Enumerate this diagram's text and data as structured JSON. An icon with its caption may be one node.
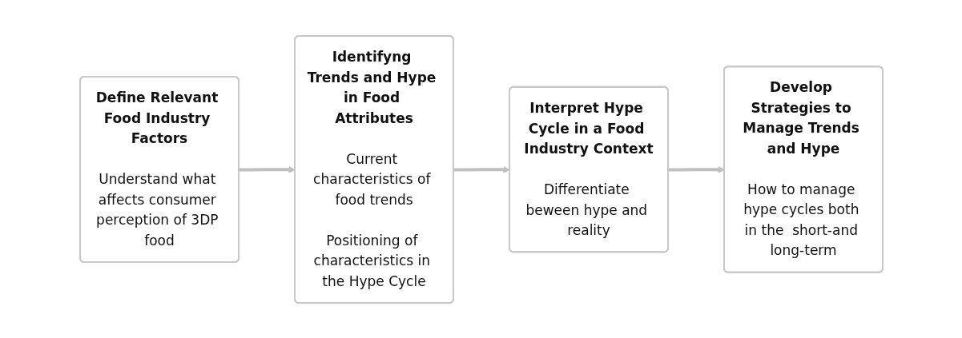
{
  "diagram": {
    "nodes": [
      {
        "text": [
          "Define Relevant Food Industry Factors",
          "Understand what affects consumer perception of 3DP food"
        ]
      },
      {
        "text": [
          "Identifyng Trends and Hype in Food Attributes",
          "Current characteristics of food trends",
          "Positioning of characteristics in the Hype Cycle"
        ]
      },
      {
        "text": [
          "Interpret Hype Cycle in a Food Industry Context",
          "Differentiate beween hype and reality"
        ]
      },
      {
        "text": [
          "Develop Strategies to Manage Trends and Hype",
          "How to manage hype cycles both in the  short-and long-term"
        ]
      }
    ],
    "edges": [
      {
        "from": 0,
        "to": 1,
        "arrow": "to"
      },
      {
        "from": 1,
        "to": 2,
        "arrow": "to"
      },
      {
        "from": 2,
        "to": 3,
        "arrow": "to"
      }
    ]
  }
}
